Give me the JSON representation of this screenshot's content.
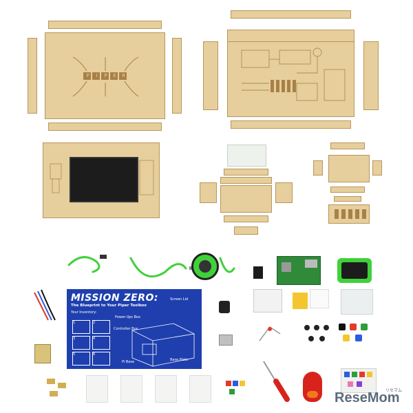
{
  "kit_box": {
    "logo_letters": [
      "P",
      "I",
      "P",
      "E",
      "R"
    ]
  },
  "manual": {
    "title": "MISSION ZERO:",
    "subtitle": "The Blueprint to Your Piper Toolbox",
    "inventory_label": "Your Inventory:",
    "labels": {
      "screen_lid": "Screen Lid",
      "power_ups_box": "Power-Ups Box",
      "controller_box": "Controller Box",
      "pi_base": "Pi Base",
      "base_plate": "Base Plate"
    },
    "inventory_numbers": [
      "1",
      "2",
      "3",
      "4",
      "5",
      "6"
    ]
  },
  "watermark": {
    "text": "ReseMom",
    "kana": "リセマム"
  },
  "colors": {
    "wood": "#e6cf9c",
    "wood_edge": "#b8955a",
    "manual_blue": "#1f3fae",
    "cable_green": "#3fd13a",
    "screen_black": "#1c1c1c",
    "pcb_green": "#2f8a3a",
    "mouse_red": "#d8231c"
  }
}
